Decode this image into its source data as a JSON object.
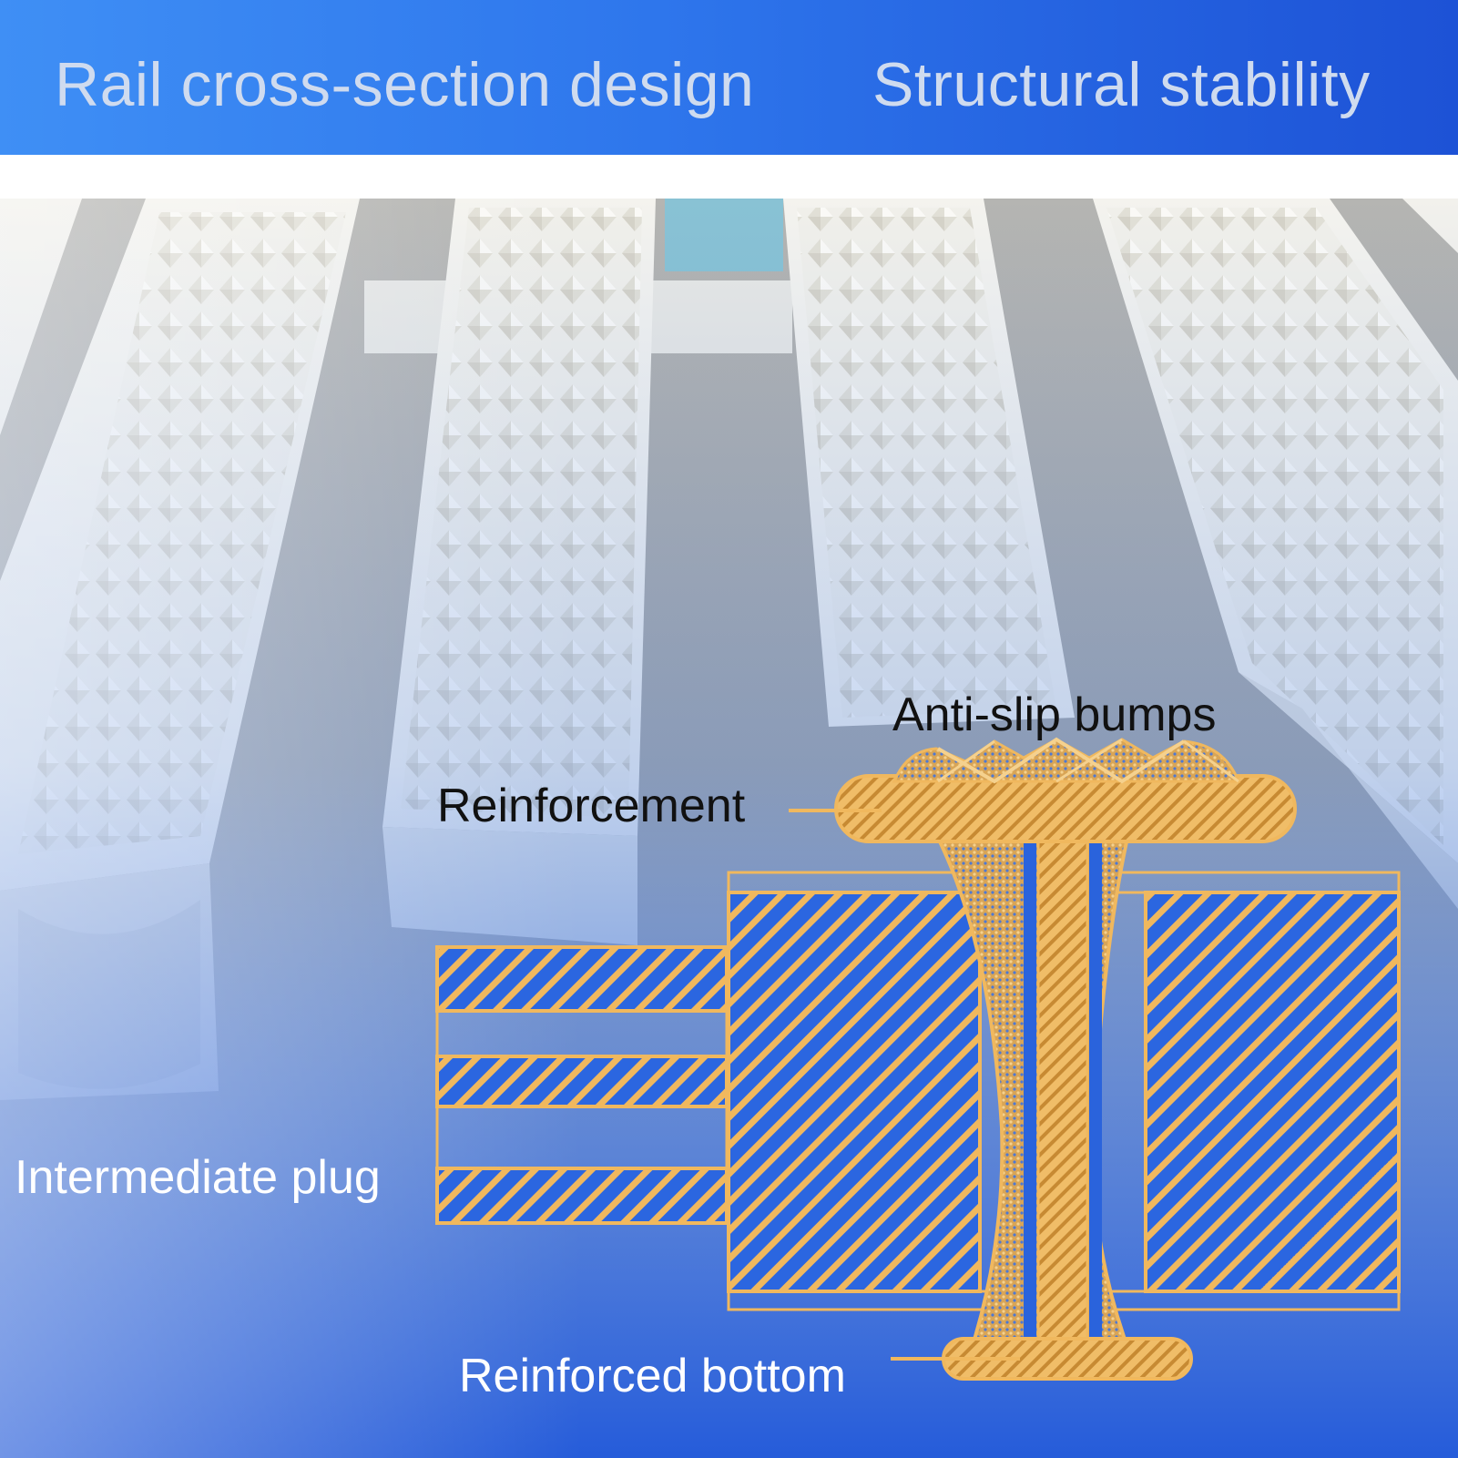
{
  "header": {
    "title_left": "Rail cross-section design",
    "title_right": "Structural stability"
  },
  "labels": {
    "anti_slip": "Anti-slip bumps",
    "reinforcement": "Reinforcement",
    "intermediate_plug": "Intermediate plug",
    "reinforced_bottom": "Reinforced bottom"
  },
  "colors": {
    "banner_blue": "#2e76ec",
    "diagram_gold": "#eab35a",
    "rail_white": "#f4f3ee"
  }
}
